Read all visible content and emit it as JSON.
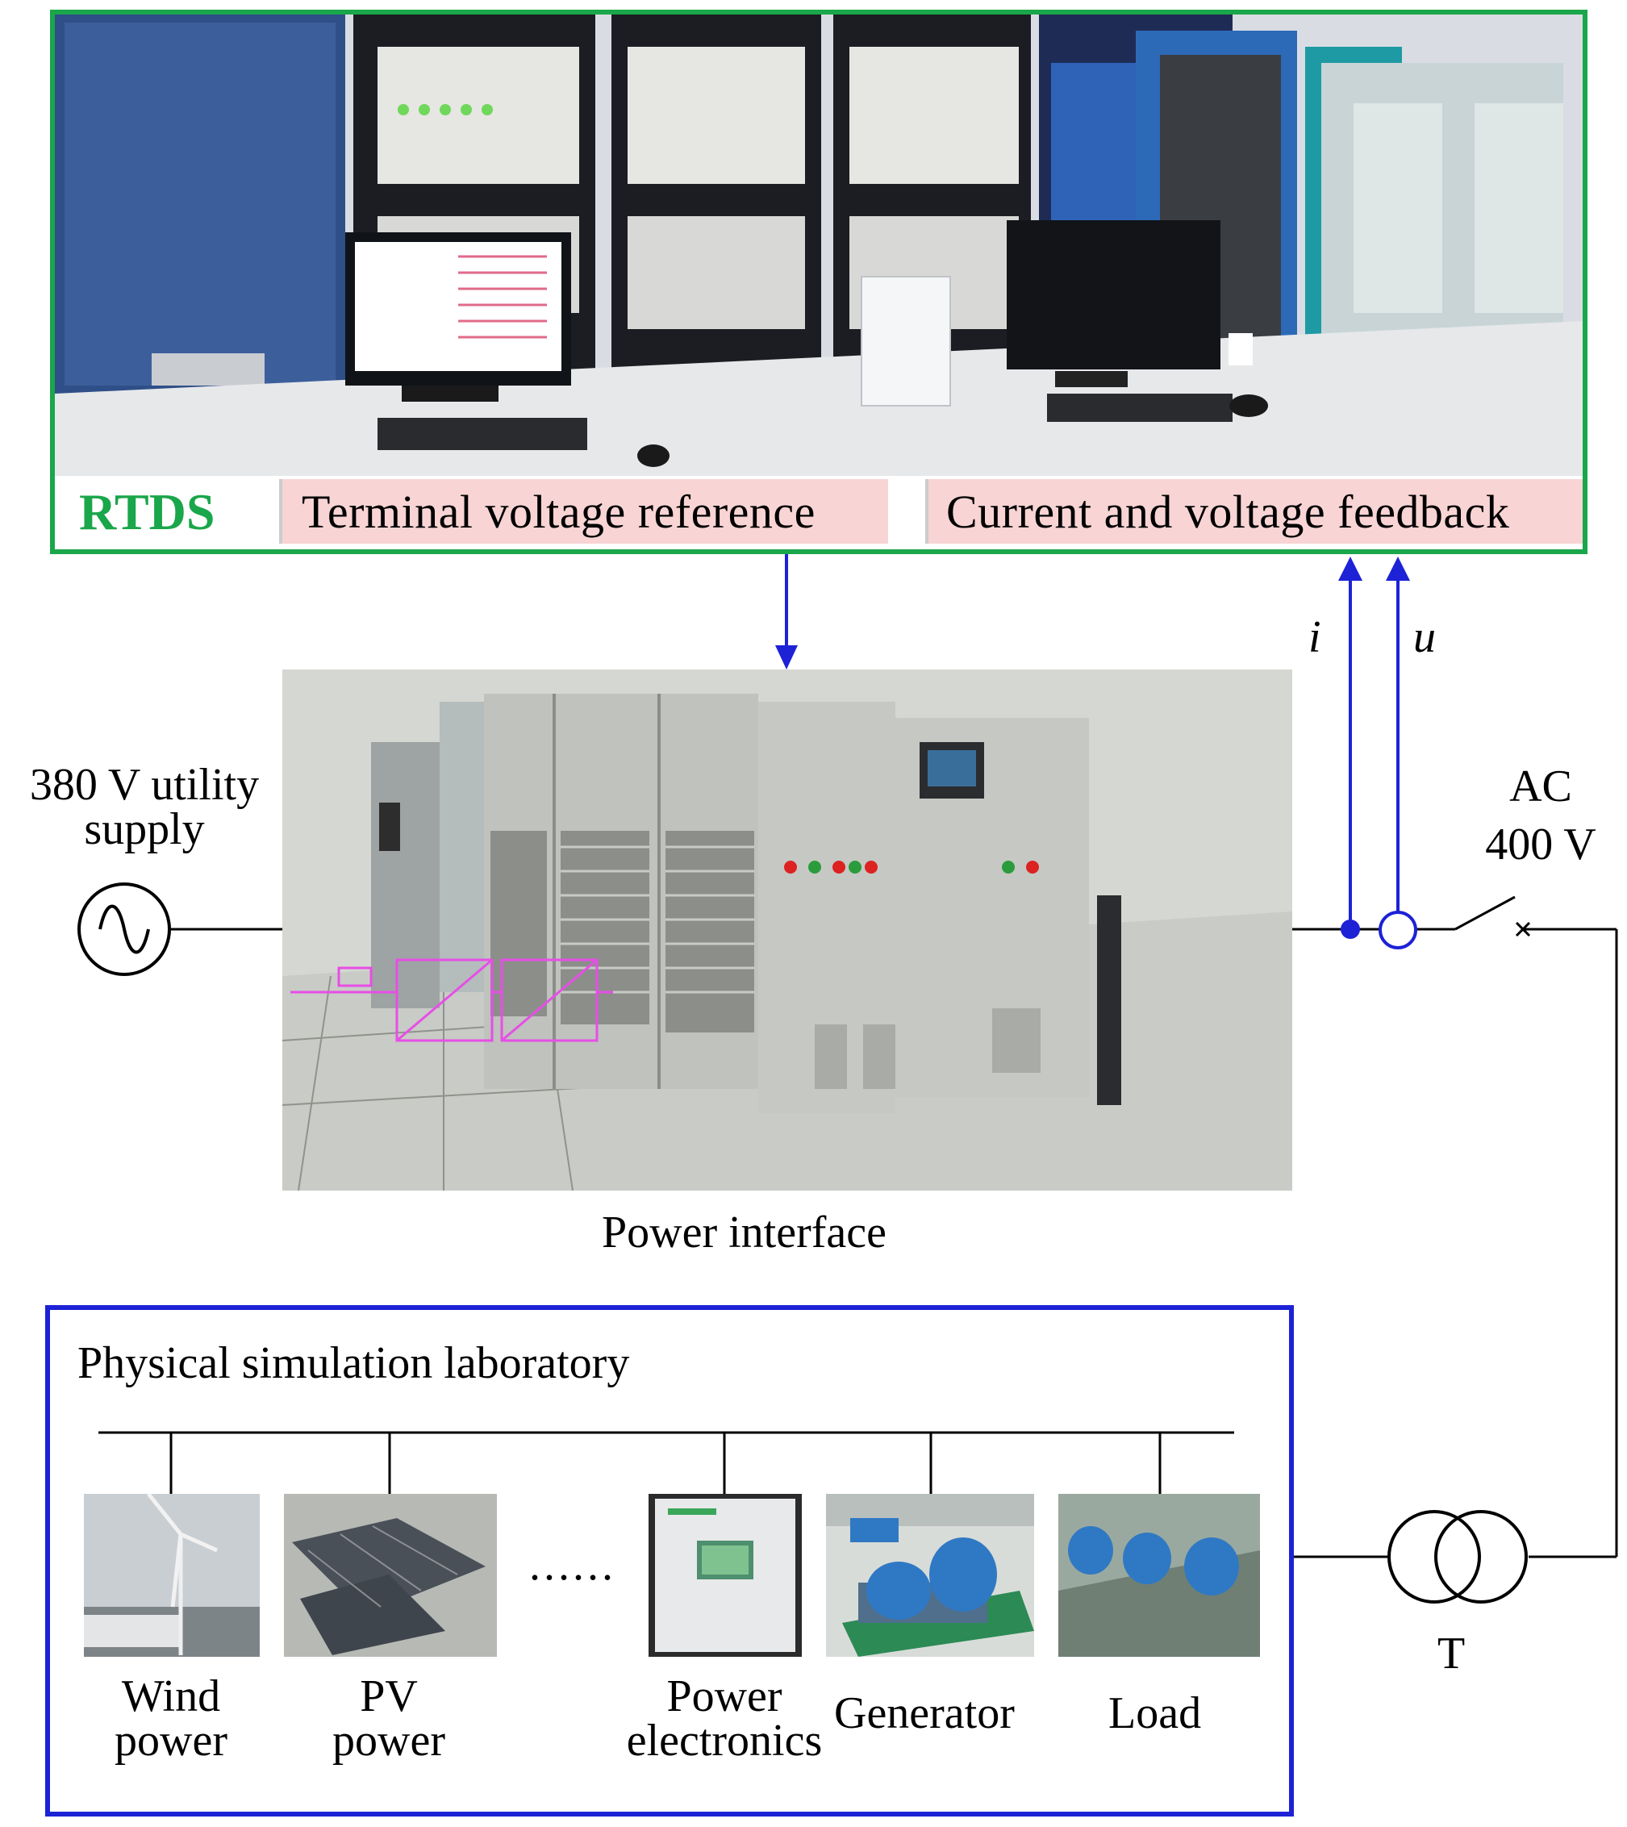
{
  "rtds": {
    "title": "RTDS",
    "terminal_voltage_reference": "Terminal voltage reference",
    "current_voltage_feedback": "Current and voltage  feedback"
  },
  "signals": {
    "current": "i",
    "voltage": "u"
  },
  "utility": {
    "line1": "380 V utility",
    "line2": "supply"
  },
  "ac": {
    "line1": "AC",
    "line2": "400 V"
  },
  "power_interface": {
    "label": "Power interface"
  },
  "lab": {
    "title": "Physical simulation laboratory",
    "dots": "......",
    "devices": [
      {
        "line1": "Wind",
        "line2": "power"
      },
      {
        "line1": "PV",
        "line2": "power"
      },
      {
        "line1": "Power",
        "line2": "electronics"
      },
      {
        "line1": "Generator",
        "line2": ""
      },
      {
        "line1": "Load",
        "line2": ""
      }
    ]
  },
  "transformer": {
    "label": "T"
  },
  "colors": {
    "rtds_border": "#1aa64a",
    "signal": "#1d22d6",
    "lab_border": "#1d22d6",
    "tag_bg": "#f8d4d4"
  }
}
